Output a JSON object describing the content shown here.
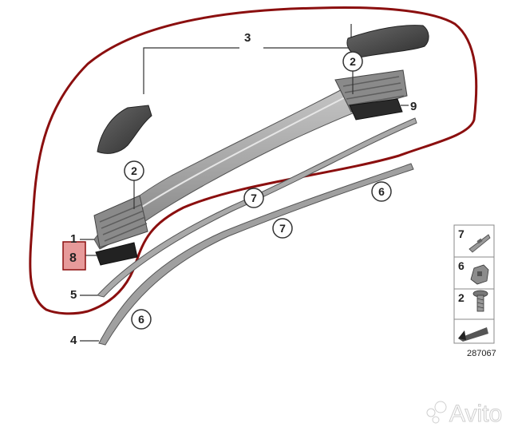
{
  "callouts": {
    "main_3": "3",
    "bolt_top": "2",
    "bolt_mid": "2",
    "part_9": "9",
    "part_1": "1",
    "part_8": "8",
    "part_5": "5",
    "part_4": "4",
    "strip_7_upper": "7",
    "strip_7_lower": "7",
    "strip_6_upper": "6",
    "strip_6_lower": "6"
  },
  "legend": {
    "items": [
      {
        "num": "7"
      },
      {
        "num": "6"
      },
      {
        "num": "2"
      }
    ]
  },
  "reference_number": "287067",
  "watermark": "Avito",
  "colors": {
    "annotation_outline": "#8b0f0f",
    "highlight_box": "#e79a9a",
    "part_gray": "#9a9a9a",
    "part_dark": "#4a4a4a"
  },
  "icons": [
    "clip-icon",
    "bracket-icon",
    "screw-icon",
    "arrow-icon"
  ]
}
